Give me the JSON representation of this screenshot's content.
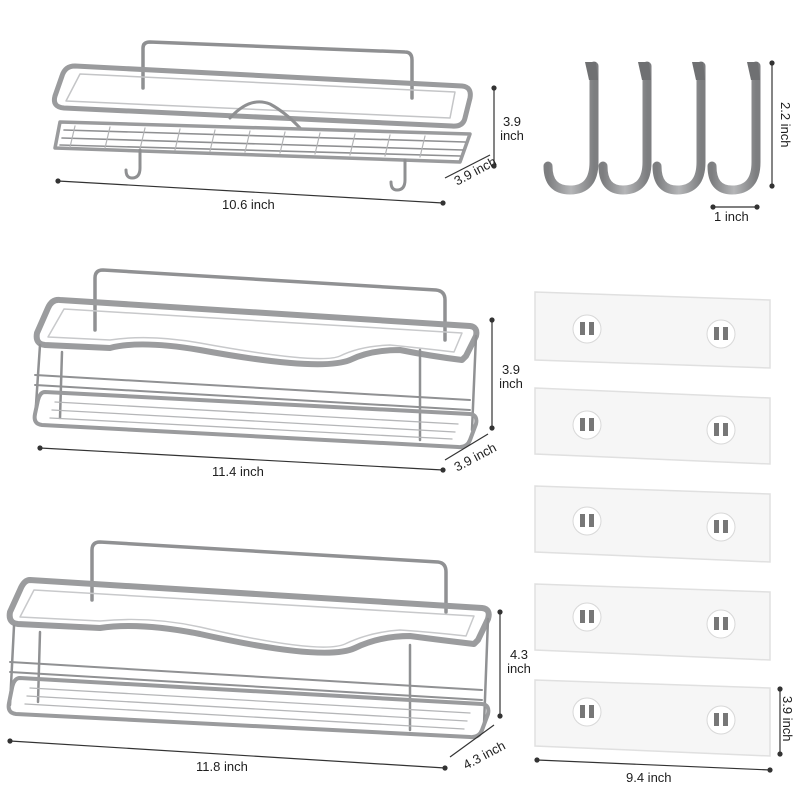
{
  "colors": {
    "metal": "#8f9092",
    "metal_dark": "#6f7072",
    "metal_light": "#c9cacb",
    "pad": "#f4f4f4",
    "pad_edge": "#e2e2e2",
    "dim_line": "#333333"
  },
  "shelf_small": {
    "width": "10.6 inch",
    "height_value": "3.9",
    "height_unit": "inch",
    "depth": "3.9 inch"
  },
  "hooks": {
    "count": 4,
    "height": "2.2 inch",
    "width": "1 inch"
  },
  "shelf_medium": {
    "width": "11.4 inch",
    "height_value": "3.9",
    "height_unit": "inch",
    "depth": "3.9 inch"
  },
  "shelf_large": {
    "width": "11.8 inch",
    "height_value": "4.3",
    "height_unit": "inch",
    "depth": "4.3 inch"
  },
  "adhesive_pads": {
    "count": 5,
    "height": "3.9 inch",
    "width": "9.4 inch"
  }
}
